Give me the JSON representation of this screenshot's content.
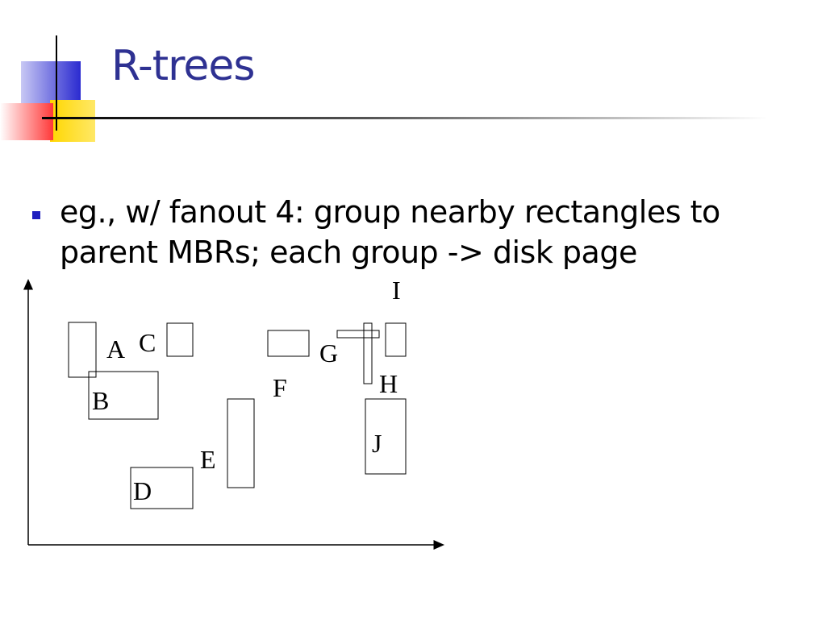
{
  "title": "R-trees",
  "bullet": {
    "line1": "eg., w/ fanout 4: group nearby rectangles to",
    "line2": "parent MBRs; each group -> disk page"
  },
  "colors": {
    "title": "#2e3192",
    "bullet": "#1f1fbf",
    "deco_blue": "#2a2ad0",
    "deco_yellow": "#ffd700",
    "deco_red": "#ff4040"
  },
  "diagram": {
    "labels": {
      "A": "A",
      "B": "B",
      "C": "C",
      "D": "D",
      "E": "E",
      "F": "F",
      "G": "G",
      "H": "H",
      "I": "I",
      "J": "J"
    }
  }
}
